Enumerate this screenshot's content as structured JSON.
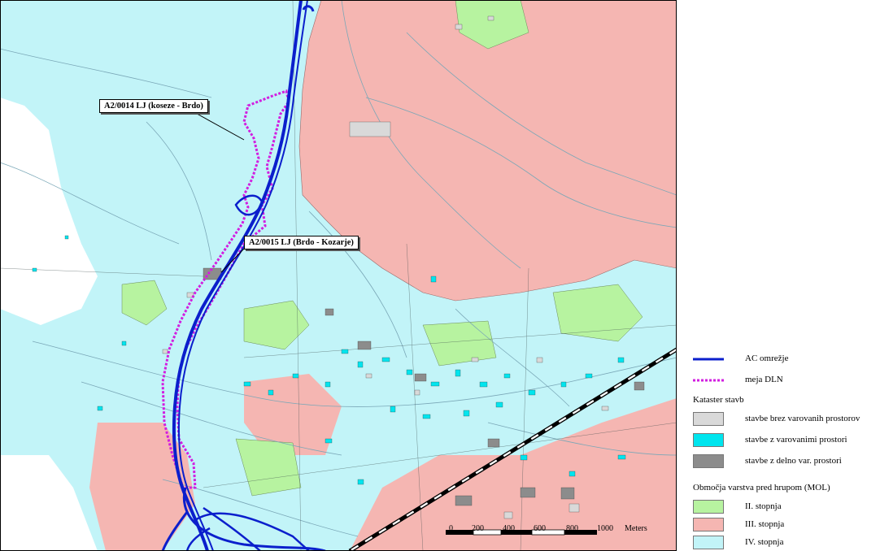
{
  "map": {
    "callouts": {
      "c1": "A2/0014 LJ (koseze - Brdo)",
      "c2": "A2/0015 LJ (Brdo - Kozarje)"
    },
    "scale": {
      "ticks": [
        "0",
        "200",
        "400",
        "600",
        "800",
        "1000"
      ],
      "unit": "Meters"
    }
  },
  "legend": {
    "ac_label": "AC omrežje",
    "dln_label": "meja DLN",
    "kataster_title": "Kataster stavb",
    "kataster_items": [
      {
        "label": "stavbe brez varovanih prostorov",
        "color": "#d9d9d9"
      },
      {
        "label": "stavbe z varovanimi prostori",
        "color": "#00e5ee"
      },
      {
        "label": "stavbe z delno var. prostori",
        "color": "#8c8c8c"
      }
    ],
    "obmocja_title": "Območja varstva pred hrupom (MOL)",
    "obmocja_items": [
      {
        "label": "II. stopnja",
        "color": "#b7f3a0"
      },
      {
        "label": "III. stopnja",
        "color": "#f5b6b2"
      },
      {
        "label": "IV. stopnja",
        "color": "#c2f4f8"
      }
    ],
    "colors": {
      "ac": "#0b1fcc",
      "dln": "#d21ee0"
    }
  }
}
